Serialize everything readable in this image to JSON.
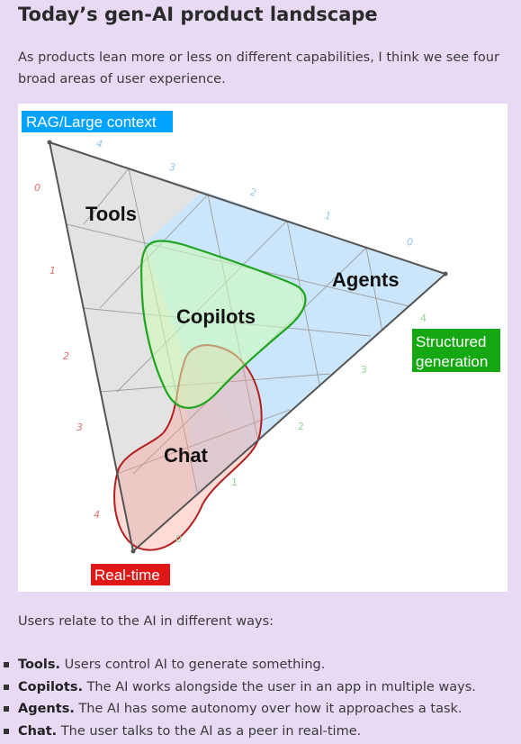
{
  "title": "Today’s gen-AI product landscape",
  "intro": "As products lean more or less on different capabilities, I think we see four broad areas of user experience.",
  "diagram": {
    "corners": {
      "top": "RAG/Large context",
      "right_line1": "Structured",
      "right_line2": "generation",
      "bottom": "Real-time"
    },
    "regions": {
      "tools": "Tools",
      "copilots": "Copilots",
      "agents": "Agents",
      "chat": "Chat"
    },
    "ticks": {
      "left": [
        "0",
        "1",
        "2",
        "3",
        "4"
      ],
      "top": [
        "4",
        "3",
        "2",
        "1",
        "0"
      ],
      "bottom": [
        "4",
        "3",
        "2",
        "1",
        "0"
      ]
    },
    "colors": {
      "rag": "#00a2ff",
      "structured": "#15a812",
      "realtime": "#e01818",
      "tools_fill": "#e3e3e3",
      "agents_fill": "#cbe6fb",
      "copilots_stroke": "#1fa520",
      "chat_stroke": "#b41f1f"
    }
  },
  "relate_text": "Users relate to the AI in different ways:",
  "types": [
    {
      "term": "Tools.",
      "desc": " Users control AI to generate something."
    },
    {
      "term": "Copilots.",
      "desc": " The AI works alongside the user in an app in multiple ways."
    },
    {
      "term": "Agents.",
      "desc": " The AI has some autonomy over how it approaches a task."
    },
    {
      "term": "Chat.",
      "desc": " The user talks to the AI as a peer in real-time."
    }
  ]
}
